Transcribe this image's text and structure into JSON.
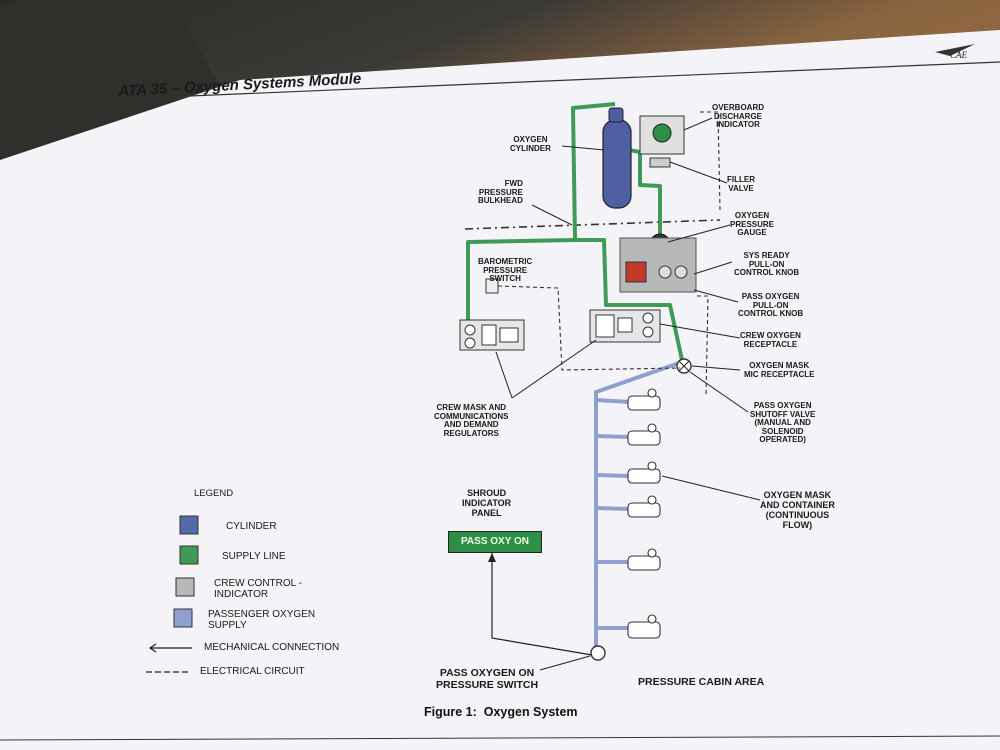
{
  "header": {
    "title": "ATA 35 – Oxygen Systems Module",
    "logo": "CAE"
  },
  "labels": {
    "overboard": "OVERBOARD\nDISCHARGE\nINDICATOR",
    "oxygen_cylinder": "OXYGEN\nCYLINDER",
    "filler_valve": "FILLER\nVALVE",
    "fwd_bulkhead": "FWD\nPRESSURE\nBULKHEAD",
    "pressure_gauge": "OXYGEN\nPRESSURE\nGAUGE",
    "sys_ready": "SYS READY\nPULL-ON\nCONTROL KNOB",
    "barometric": "BAROMETRIC\nPRESSURE\nSWITCH",
    "pass_oxygen_knob": "PASS OXYGEN\nPULL-ON\nCONTROL KNOB",
    "crew_receptacle": "CREW OXYGEN\nRECEPTACLE",
    "mask_mic": "OXYGEN MASK\nMIC RECEPTACLE",
    "crew_mask": "CREW MASK AND\nCOMMUNICATIONS\nAND DEMAND\nREGULATORS",
    "shutoff_valve": "PASS OXYGEN\nSHUTOFF VALVE\n(MANUAL AND\nSOLENOID\nOPERATED)",
    "mask_container": "OXYGEN MASK\nAND CONTAINER\n(CONTINUOUS\nFLOW)",
    "shroud_panel": "SHROUD\nINDICATOR\nPANEL",
    "pass_oxy_on": "PASS OXY ON",
    "pressure_switch": "PASS OXYGEN ON\nPRESSURE SWITCH",
    "cabin_area": "PRESSURE CABIN AREA"
  },
  "legend": {
    "title": "LEGEND",
    "items": [
      {
        "label": "CYLINDER",
        "color": "#5568a8"
      },
      {
        "label": "SUPPLY LINE",
        "color": "#3f9a55"
      },
      {
        "label": "CREW CONTROL -\nINDICATOR",
        "color": "#b8b8b8"
      },
      {
        "label": "PASSENGER OXYGEN\nSUPPLY",
        "color": "#8da0d0"
      }
    ],
    "lines": [
      {
        "label": "MECHANICAL CONNECTION"
      },
      {
        "label": "ELECTRICAL CIRCUIT"
      }
    ]
  },
  "caption": "Figure 1:  Oxygen System",
  "colors": {
    "supply": "#3f9a55",
    "cylinder": "#4e5fa4",
    "passenger": "#8da0d0",
    "control": "#b8b8b8",
    "indicator_green": "#2f8f46"
  }
}
